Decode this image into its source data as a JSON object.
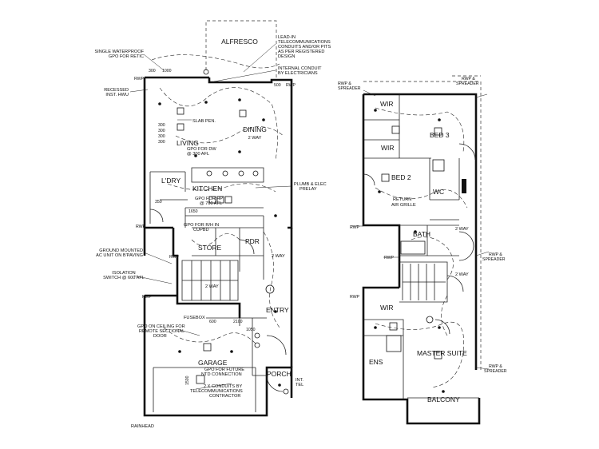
{
  "ground_floor": {
    "rooms": {
      "alfresco": "ALFRESCO",
      "dining": "DINING",
      "living": "LIVING",
      "kitchen": "KITCHEN",
      "lndry": "L'DRY",
      "store": "STORE",
      "pdr": "PDR",
      "entry": "ENTRY",
      "garage": "GARAGE",
      "porch": "PORCH"
    },
    "notes": {
      "lead_in": [
        "LEAD-IN",
        "TELECOMMUNICATIONS",
        "CONDUITS AND/OR PITS",
        "AS PER REGISTERED",
        "DESIGN"
      ],
      "internal_conduit": [
        "INTERNAL CONDUIT",
        "BY ELECTRICIANS"
      ],
      "waterproof_gpo": [
        "SINGLE WATERPROOF",
        "GPO FOR RETIC"
      ],
      "recessed_hwu": [
        "RECESSED",
        "INST. HWU"
      ],
      "slab_pen": "SLAB PEN.",
      "gpo_dw": [
        "GPO FOR DW",
        "@ 300 AFL"
      ],
      "plumb_elec": [
        "PLUMB & ELEC",
        "PRELAY"
      ],
      "gpo_hp": [
        "GPO FOR HP",
        "@ 700 AFL"
      ],
      "gpo_rh": [
        "GPO FOR R/H IN",
        "CUPBD"
      ],
      "ac_unit": [
        "GROUND MOUNTED",
        "AC UNIT ON B'PAVING"
      ],
      "isolation": [
        "ISOLATION",
        "SWITCH @ 600 AFL"
      ],
      "fusebox": "FUSEBOX",
      "gpo_ceiling": [
        "GPO ON CEILING FOR",
        "REMOTE SECTIONAL",
        "DOOR"
      ],
      "gpo_ntd": [
        "GPO FOR FUTURE",
        "NTD CONNECTION"
      ],
      "conduits_2x": [
        "2 X CONDUITS BY",
        "TELECOMMUNICATIONS",
        "CONTRACTOR"
      ],
      "int_tel": [
        "INT.",
        "TEL"
      ],
      "rainhead": "RAINHEAD",
      "two_way_dining": [
        "DINING",
        "2 WAY"
      ],
      "two_way_a": "2 WAY",
      "two_way_b": "2 WAY"
    },
    "dims": {
      "d300_a": "300",
      "d1000": "1000",
      "d500": "500",
      "d300_1": "300",
      "d300_2": "300",
      "d300_3": "300",
      "d300_4": "300",
      "d1650": "1650",
      "d600": "600",
      "d2100": "2100",
      "d1050": "1050",
      "d1500": "1500",
      "d350": "350"
    },
    "rwp": {
      "a": "RWP",
      "b": "RWP",
      "c": "RWP",
      "d": "RWP",
      "e": "RWP"
    }
  },
  "upper_floor": {
    "rooms": {
      "wir_a": "WIR",
      "bed3": "BED 3",
      "wir_b": "WIR",
      "bed2": "BED 2",
      "wc": "WC",
      "bath": "BATH",
      "wir_c": "WIR",
      "master": "MASTER SUITE",
      "ens": "ENS",
      "balcony": "BALCONY"
    },
    "notes": {
      "return_grille": [
        "RETURN",
        "AIR GRILLE"
      ],
      "two_way_1": "2 WAY",
      "two_way_2": "2 WAY",
      "rwp_spreader_a": [
        "RWP &",
        "SPREADER"
      ],
      "rwp_spreader_b": [
        "RWP &",
        "SPREADER"
      ],
      "rwp_spreader_c": [
        "RWP &",
        "SPREADER"
      ],
      "rwp_spreader_d": [
        "RWP &",
        "SPREADER"
      ]
    },
    "rwp": {
      "a": "RWP",
      "b": "RWP",
      "c": "RWP"
    }
  },
  "colors": {
    "ink": "#111111",
    "background": "#ffffff"
  }
}
